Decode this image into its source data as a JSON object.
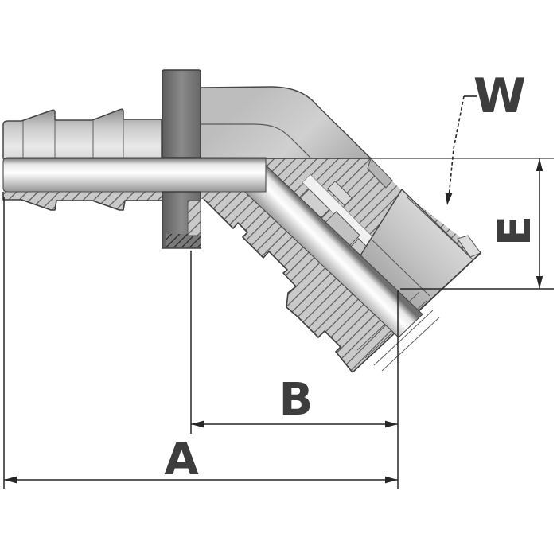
{
  "drawing": {
    "kind": "technical-dimension-drawing",
    "subject": "45-degree elbow hose barb fitting with female swivel nut, half-section view",
    "dimensions": {
      "a": {
        "label": "A"
      },
      "b": {
        "label": "B"
      },
      "e": {
        "label": "E"
      },
      "w": {
        "label": "W"
      }
    },
    "colors": {
      "background": "#ffffff",
      "outline": "#3f3f3f",
      "dimension_line": "#262626",
      "label_text": "#3d3d3d",
      "body_light": "#d5d5d5",
      "body_mid": "#c0c0c0",
      "section_gray": "#c9c9c9",
      "collar_dark": "#6a6a6a",
      "bore_highlight": "#ffffff"
    }
  }
}
